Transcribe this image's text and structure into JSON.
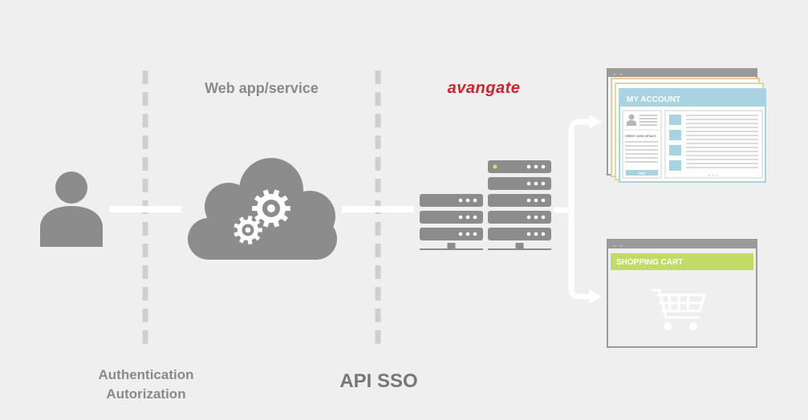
{
  "labels": {
    "web_app_service": "Web app/service",
    "brand": "avangate",
    "auth_line1": "Authentication",
    "auth_line2": "Autorization",
    "api_sso": "API SSO"
  },
  "windows": {
    "my_account": {
      "title": "MY ACCOUNT",
      "card_details": "CREDIT CARD DETAILS",
      "button": "SAVE",
      "header_color": "#a8d3e0"
    },
    "shopping_cart": {
      "title": "SHOPPING CART",
      "header_color": "#c1dc66"
    },
    "nav_arrows": "←→"
  },
  "colors": {
    "background": "#efefef",
    "icon_gray": "#8c8c8c",
    "dash_gray": "#cfcfcf",
    "brand_red": "#d3222a",
    "server_led": "#c9e07a",
    "back_window_orange": "#f2c69a",
    "back_window_green": "#cfe29a"
  },
  "icons": [
    "user-icon",
    "cloud-icon",
    "gear-icon",
    "server-rack-icon",
    "shopping-cart-icon",
    "arrow-icon"
  ]
}
